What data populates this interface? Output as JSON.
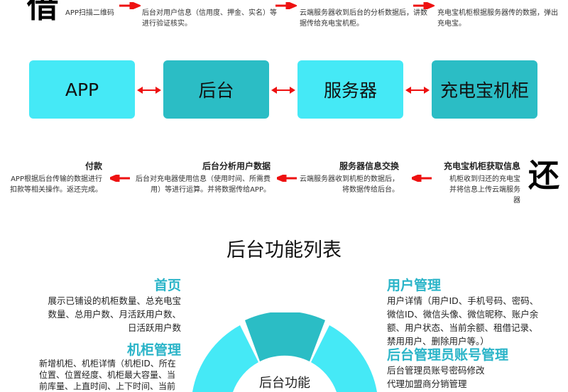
{
  "top_flow": {
    "big_char": "借",
    "steps": [
      {
        "desc": "APP扫描二维码"
      },
      {
        "desc": "后台对用户信息（信用度、押金、实名）等进行验证核实。"
      },
      {
        "desc": "云端服务器收到后台的分析数据后，讲数据传给充电宝机柜。"
      },
      {
        "desc": "充电宝机柜根据服务器传的数据，弹出充电宝。"
      }
    ]
  },
  "boxes": [
    "APP",
    "后台",
    "服务器",
    "充电宝机柜"
  ],
  "bottom_flow": {
    "big_char": "还",
    "steps": [
      {
        "title": "充电宝机柜获取信息",
        "desc": "机柜收到归还的充电宝并将信息上传云端服务器"
      },
      {
        "title": "服务器信息交换",
        "desc": "云端服务器收到机柜的数据后，将数据传给后台。"
      },
      {
        "title": "后台分析用户数据",
        "desc": "后台对充电器使用信息（使用时间、所需费用）等进行运算。并将数据传给APP。"
      },
      {
        "title": "付款",
        "desc": "APP根据后台传输的数据进行扣款等相关操作。返还完成。"
      }
    ]
  },
  "features": {
    "title": "后台功能列表",
    "center_label": "后台功能",
    "items": [
      {
        "title": "首页",
        "desc": "展示已铺设的机柜数量、总充电宝数量、总用户数、月活跃用户数、日活跃用户数"
      },
      {
        "title": "机柜管理",
        "desc": "新增机柜、机柜详情（机柜ID、所在位置、位置经度、机柜最大容量、当前库量、上直时间、上下时间、当前"
      },
      {
        "title": "用户管理",
        "desc": "用户详情（用户ID、手机号码、密码、微信ID、微信头像、微信昵称、账户余额、用户状态、当前余额、租借记录、禁用用户、删除用户等。）"
      },
      {
        "title": "后台管理员账号管理",
        "desc": "后台管理员账号密码修改\n代理加盟商分销管理"
      }
    ]
  },
  "colors": {
    "cyan": "#45e9f6",
    "teal": "#2bbdc5",
    "heading": "#2ab4c8",
    "arrow": "#ee1111"
  }
}
